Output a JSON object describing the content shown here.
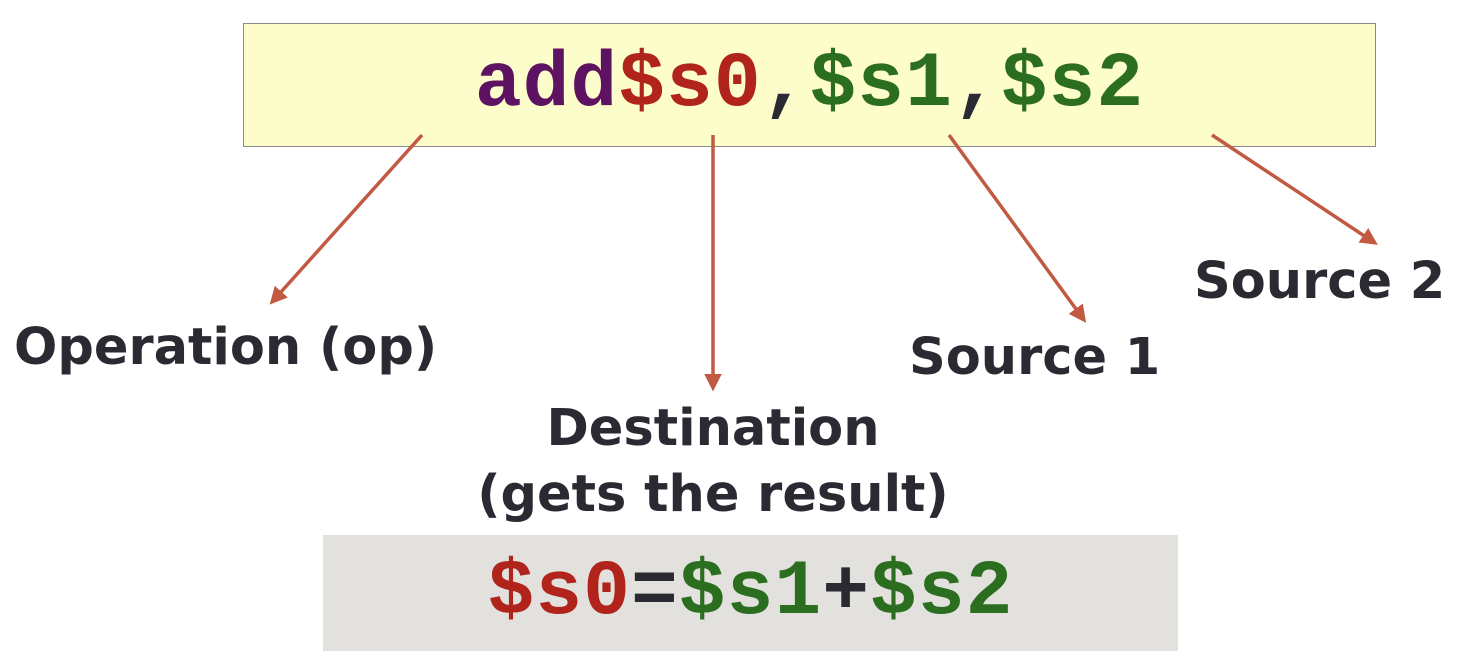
{
  "instruction": {
    "op": "add",
    "dest": "$s0",
    "sep1": ",",
    "src1": "$s1",
    "sep2": ",",
    "src2": "$s2"
  },
  "labels": {
    "operation": "Operation (op)",
    "destination_line1": "Destination",
    "destination_line2": "(gets the result)",
    "source1": "Source 1",
    "source2": "Source 2"
  },
  "equation": {
    "lhs": "$s0",
    "eq": "=",
    "a": "$s1",
    "plus": "+",
    "b": "$s2"
  },
  "colors": {
    "op": "#5e1262",
    "dest": "#b0241c",
    "src": "#2c6e1f",
    "punct": "#2a2a33",
    "arrow": "#c25a43",
    "instr_bg": "#fdfdcc",
    "eq_bg": "#e3e1de"
  }
}
